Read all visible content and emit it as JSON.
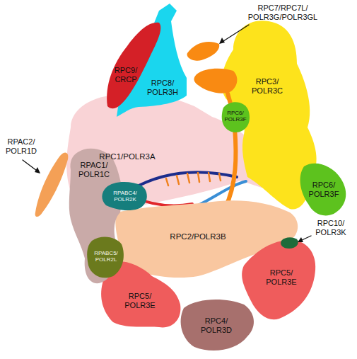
{
  "diagram": {
    "nodes": [
      {
        "text": [
          "RPC9/ CRCP"
        ]
      },
      {
        "text": [
          "RPC8/ POLR3H"
        ]
      },
      {
        "text": [
          "RPC7/RPC7L/ POLR3G/POLR3GL"
        ]
      },
      {
        "text": [
          "RPC3/ POLR3C"
        ]
      },
      {
        "text": [
          "RPC6/ POLR3F"
        ]
      },
      {
        "text": [
          "RPC6/ POLR3F"
        ]
      },
      {
        "text": [
          "RPC1/POLR3A"
        ]
      },
      {
        "text": [
          "RPAC2/ POLR1D"
        ]
      },
      {
        "text": [
          "RPAC1/ POLR1C"
        ]
      },
      {
        "text": [
          "RPABC4/ POLR2K"
        ]
      },
      {
        "text": [
          "RPC10/ POLR3K"
        ]
      },
      {
        "text": [
          "RPABC5/ POLR2L"
        ]
      },
      {
        "text": [
          "RPC2/POLR3B"
        ]
      },
      {
        "text": [
          "RPC5/ POLR3E"
        ]
      },
      {
        "text": [
          "RPC5/ POLR3E"
        ]
      },
      {
        "text": [
          "RPC4/ POLR3D"
        ]
      }
    ]
  }
}
